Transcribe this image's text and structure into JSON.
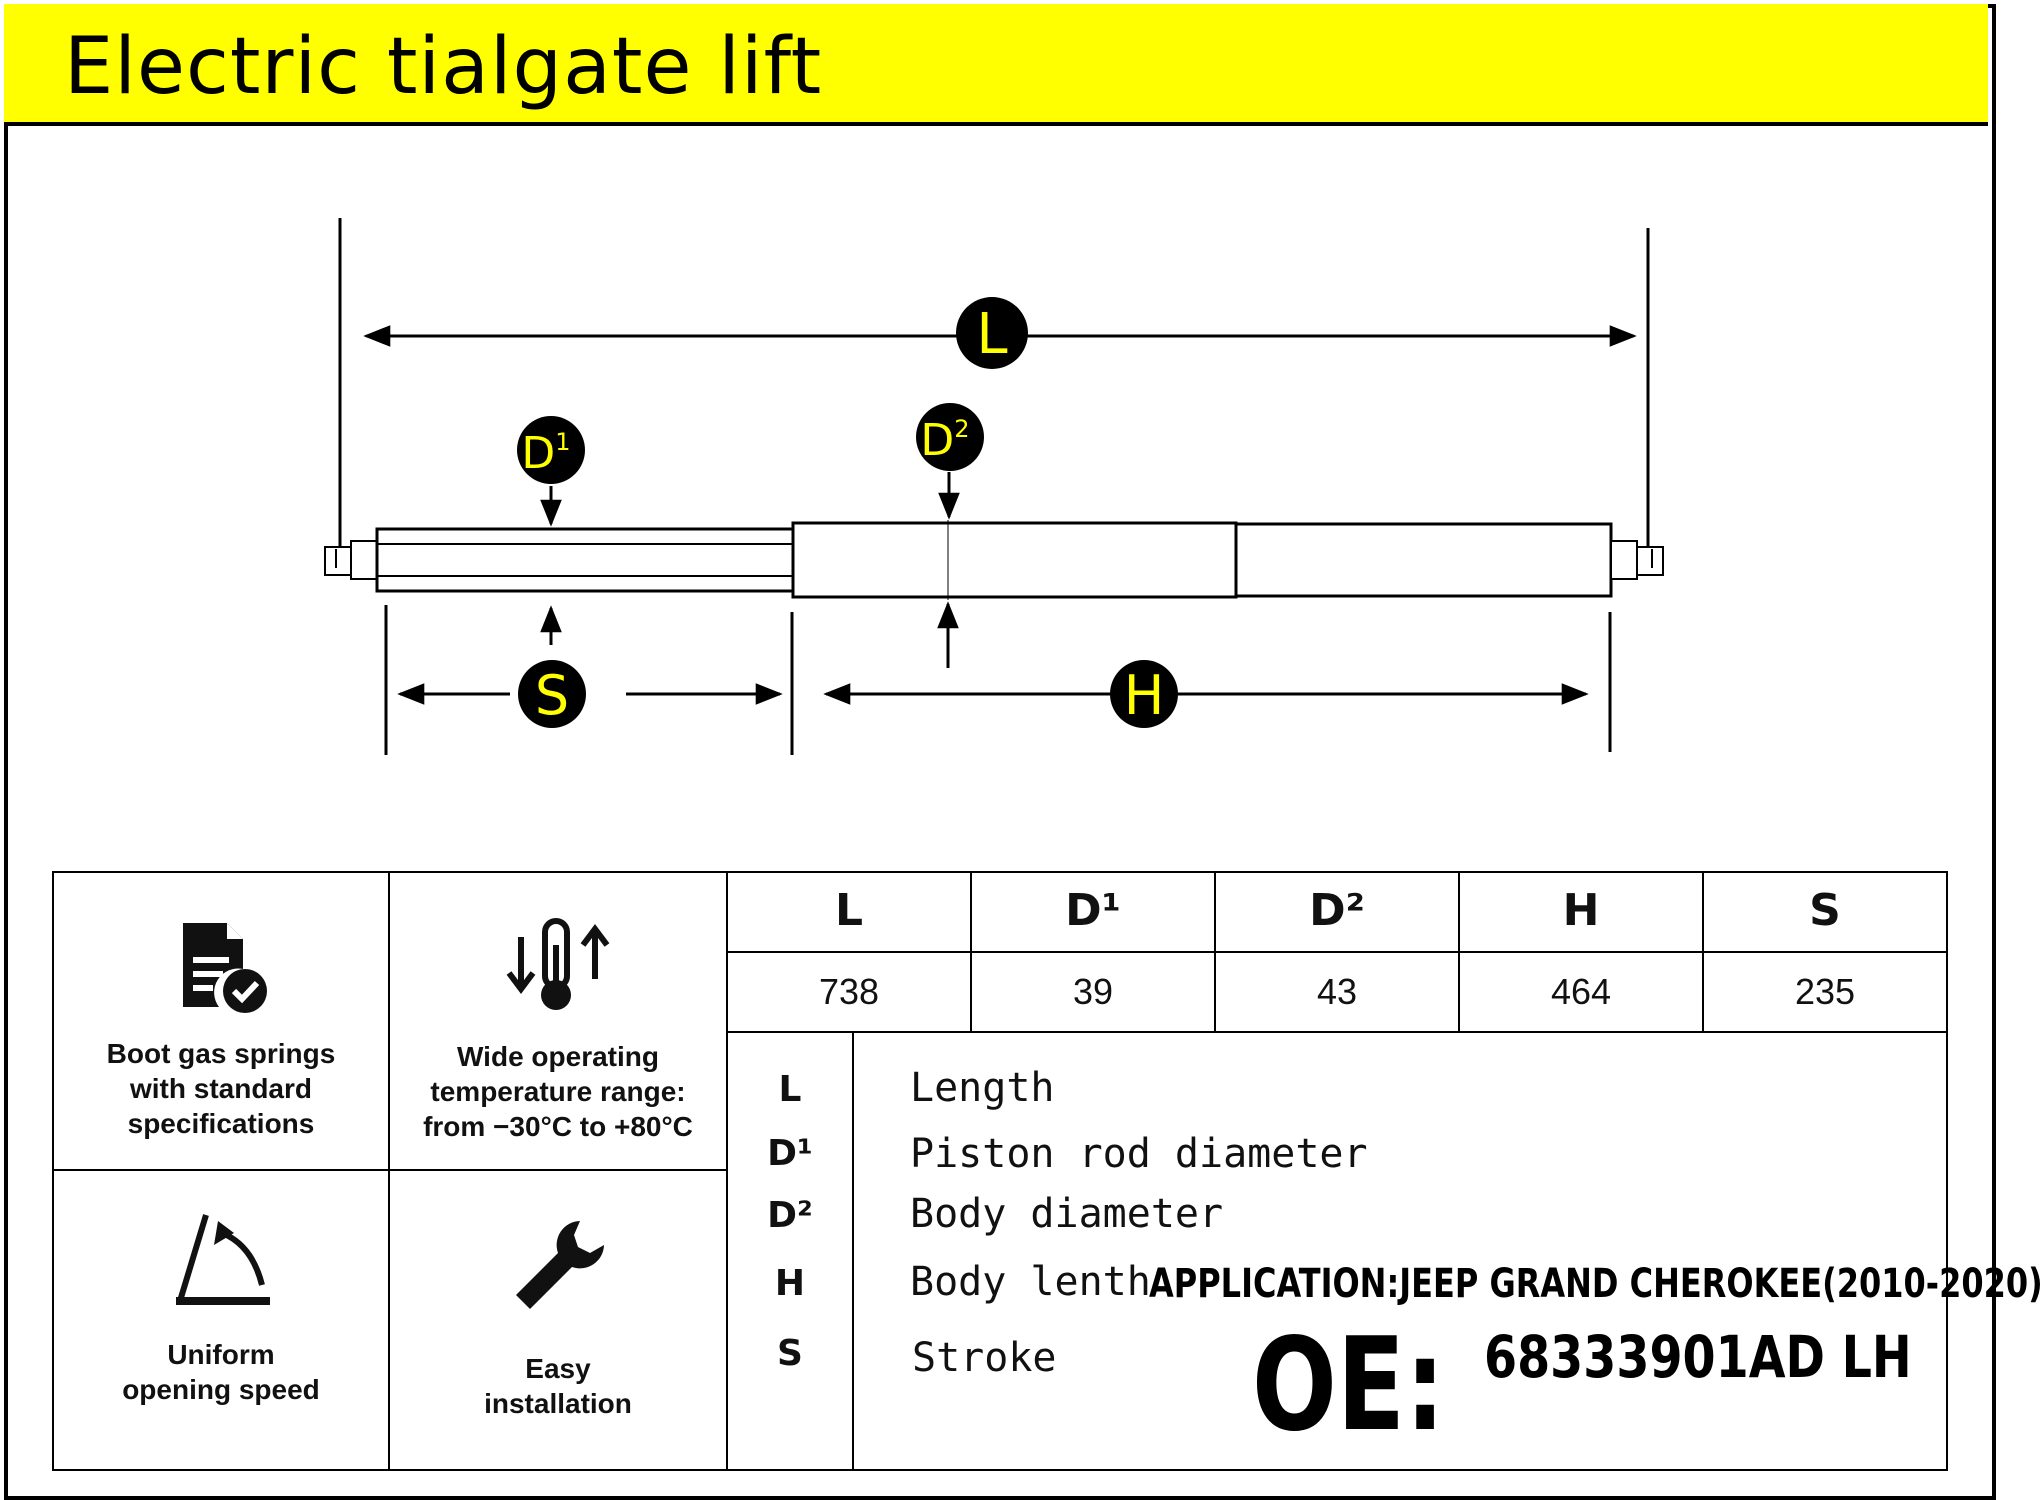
{
  "header": {
    "title": "Electric tialgate lift",
    "bg_color": "#ffff00"
  },
  "diagram": {
    "label_color": "#ffff00",
    "circle_color": "#000000",
    "labels": {
      "L": "L",
      "D1": "D",
      "D1_sup": "1",
      "D2": "D",
      "D2_sup": "2",
      "S": "S",
      "H": "H"
    }
  },
  "features": [
    {
      "icon": "document-check-icon",
      "text": "Boot gas springs with standard specifications"
    },
    {
      "icon": "thermometer-icon",
      "text": "Wide operating temperature range: from −30°C to +80°C"
    },
    {
      "icon": "opening-angle-icon",
      "text": "Uniform opening speed"
    },
    {
      "icon": "wrench-icon",
      "text": "Easy installation"
    }
  ],
  "specs": {
    "headers": [
      "L",
      "D¹",
      "D²",
      "H",
      "S"
    ],
    "values": [
      "738",
      "39",
      "43",
      "464",
      "235"
    ]
  },
  "legend": [
    {
      "symbol": "L",
      "desc": "Length"
    },
    {
      "symbol": "D¹",
      "desc": "Piston rod diameter"
    },
    {
      "symbol": "D²",
      "desc": "Body diameter"
    },
    {
      "symbol": "H",
      "desc": "Body lenth"
    },
    {
      "symbol": "S",
      "desc": "Stroke"
    }
  ],
  "application": "APPLICATION:JEEP GRAND CHEROKEE(2010-2020)",
  "oe": {
    "label": "OE:",
    "number": "68333901AD  LH"
  }
}
